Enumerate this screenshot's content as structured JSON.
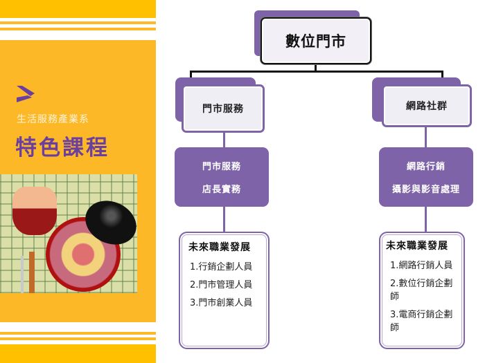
{
  "sidebar": {
    "department": "生活服務產業系",
    "title": "特色課程",
    "photo_alt": "food-bowl-photo",
    "colors": {
      "band": "#FFC000",
      "panel": "#FDB827",
      "title": "#6B3FA0"
    }
  },
  "diagram": {
    "root": {
      "label": "數位門市"
    },
    "branches": [
      {
        "label": "門市服務",
        "courses": [
          "門市服務",
          "店長實務"
        ],
        "careers": {
          "heading": "未來職業發展",
          "items": [
            "1.行銷企劃人員",
            "2.門市管理人員",
            "3.門市創業人員"
          ]
        }
      },
      {
        "label": "網路社群",
        "courses": [
          "網路行銷",
          "攝影與影音處理"
        ],
        "careers": {
          "heading": "未來職業發展",
          "items": [
            "1.網路行銷人員",
            "2.數位行銷企劃師",
            "3.電商行銷企劃師"
          ]
        }
      }
    ],
    "colors": {
      "accent": "#7E63A8",
      "node_fill": "#F0EEF5",
      "connector": "#111111"
    }
  }
}
